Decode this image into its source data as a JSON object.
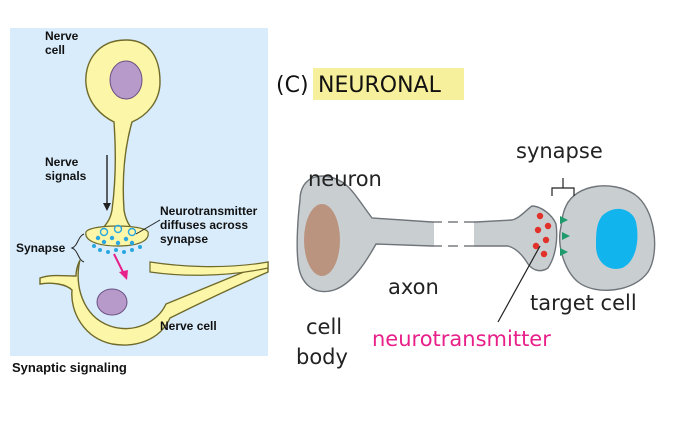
{
  "left_panel": {
    "labels": {
      "nerve_cell_top_line1": "Nerve",
      "nerve_cell_top_line2": "cell",
      "nerve_signals_line1": "Nerve",
      "nerve_signals_line2": "signals",
      "neurotransmitter_line1": "Neurotransmitter",
      "neurotransmitter_line2": "diffuses across",
      "neurotransmitter_line3": "synapse",
      "synapse": "Synapse",
      "nerve_cell_bottom": "Nerve cell"
    },
    "caption": "Synaptic signaling"
  },
  "right_panel": {
    "heading_prefix": "(C)",
    "heading_highlight": "NEURONAL",
    "labels": {
      "neuron": "neuron",
      "synapse": "synapse",
      "axon": "axon",
      "target_cell": "target cell",
      "cell_body_line1": "cell",
      "cell_body_line2": "body",
      "neurotransmitter": "neurotransmitter"
    }
  },
  "colors": {
    "panel_bg": "#d9ecfb",
    "cell_yellow": "#fbf6a8",
    "nucleus_purple": "#b79ac9",
    "cell_gray": "#c9ced1",
    "nucleus_brown": "#b98e77",
    "target_nucleus_cyan": "#12b4ee",
    "highlight": "#f6ef9b",
    "neurotransmitter_pink": "#e8208a",
    "vesicle_red": "#e2302a",
    "receptor_green": "#1f9a6c"
  }
}
